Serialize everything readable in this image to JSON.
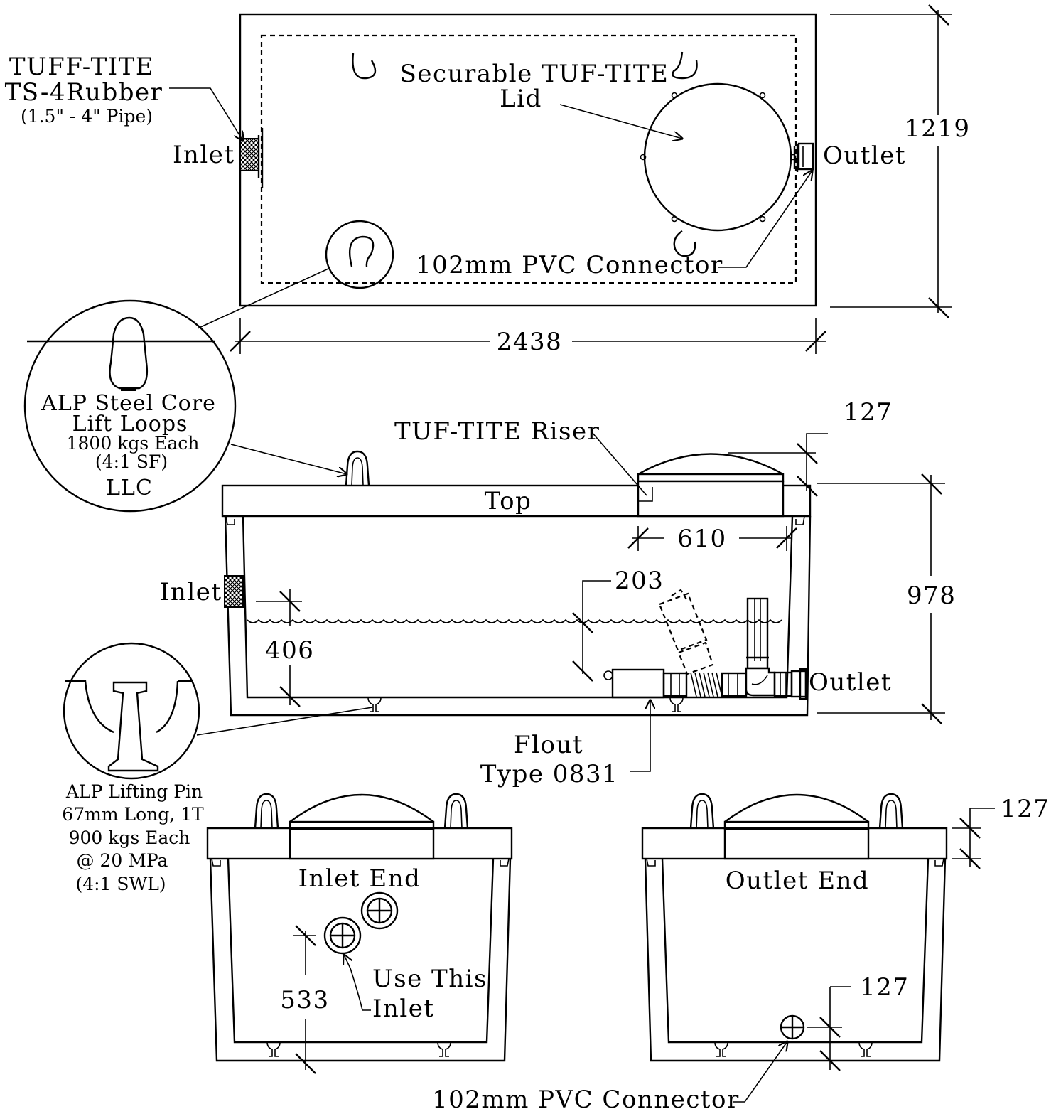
{
  "plan": {
    "tuff_tite_1": "TUFF-TITE",
    "tuff_tite_2": "TS-4Rubber",
    "tuff_tite_3": "(1.5\" - 4\" Pipe)",
    "inlet": "Inlet",
    "outlet": "Outlet",
    "lid_1": "Securable TUF-TITE",
    "lid_2": "Lid",
    "pvc": "102mm PVC Connector",
    "width": "1219",
    "length": "2438"
  },
  "lift_loop": {
    "line1": "ALP Steel Core",
    "line2": "Lift Loops",
    "line3": "1800 kgs Each",
    "line4": "(4:1 SF)",
    "line5": "LLC"
  },
  "section": {
    "riser": "TUF-TITE Riser",
    "riser_h": "127",
    "top": "Top",
    "riser_w": "610",
    "height": "978",
    "inlet": "Inlet",
    "outlet": "Outlet",
    "d203": "203",
    "d406": "406",
    "flout_1": "Flout",
    "flout_2": "Type 0831"
  },
  "lift_pin": {
    "line1": "ALP Lifting Pin",
    "line2": "67mm Long, 1T",
    "line3": "900 kgs Each",
    "line4": "@ 20 MPa",
    "line5": "(4:1 SWL)"
  },
  "inlet_end": {
    "title": "Inlet End",
    "use_1": "Use This",
    "use_2": "Inlet",
    "dim": "533"
  },
  "outlet_end": {
    "title": "Outlet End",
    "dim_top": "127",
    "dim_pipe": "127",
    "pvc": "102mm PVC Connector"
  }
}
